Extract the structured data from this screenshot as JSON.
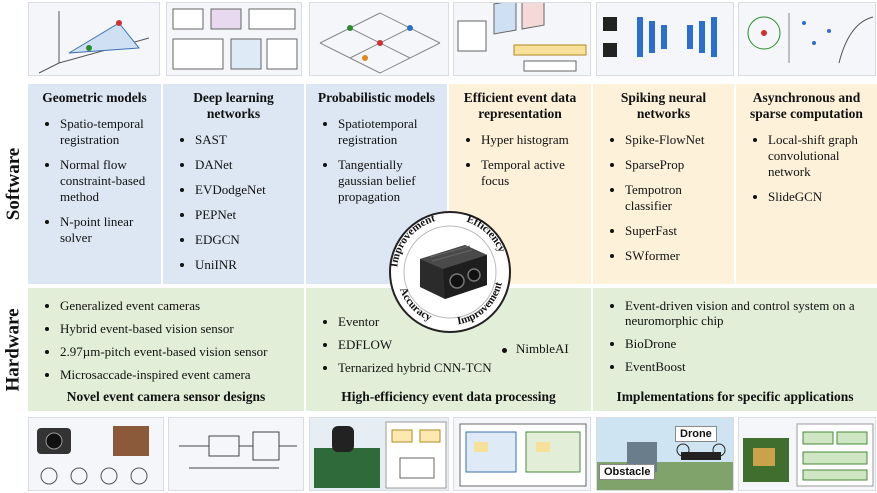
{
  "rows": {
    "software": "Software",
    "hardware": "Hardware"
  },
  "software_columns": [
    {
      "title": "Geometric models",
      "items": [
        "Spatio-temporal registration",
        "Normal flow constraint-based method",
        "N-point linear solver"
      ]
    },
    {
      "title": "Deep learning networks",
      "items": [
        "SAST",
        "DANet",
        "EVDodgeNet",
        "PEPNet",
        "EDGCN",
        "UniINR"
      ]
    },
    {
      "title": "Probabilistic models",
      "items": [
        "Spatiotemporal registration",
        "Tangentially gaussian belief propagation"
      ]
    },
    {
      "title": "Efficient event data representation",
      "items": [
        "Hyper histogram",
        "Temporal active focus"
      ]
    },
    {
      "title": "Spiking neural networks",
      "items": [
        "Spike-FlowNet",
        "SparseProp",
        "Tempotron classifier",
        "SuperFast",
        "SWformer"
      ]
    },
    {
      "title": "Asynchronous and sparse computation",
      "items": [
        "Local-shift graph convolutional network",
        "SlideGCN"
      ]
    }
  ],
  "hardware_sections": [
    {
      "caption": "Novel event camera sensor designs",
      "items": [
        "Generalized event cameras",
        "Hybrid event-based vision sensor",
        "2.97µm-pitch event-based vision sensor",
        "Microsaccade-inspired event camera"
      ]
    },
    {
      "caption": "High-efficiency event data processing",
      "items": [
        "Eventor",
        "EDFLOW",
        "Ternarized hybrid CNN-TCN",
        "NimbleAI"
      ]
    },
    {
      "caption": "Implementations for specific applications",
      "items": [
        "Event-driven vision and control system on a neuromorphic chip",
        "BioDrone",
        "EventBoost"
      ]
    }
  ],
  "center_ring": {
    "top": "Efficiency",
    "right": "Improvement",
    "left": "Improvement",
    "bottom": "Accuracy"
  },
  "thumb_labels": {
    "drone": "Drone",
    "obstacle": "Obstacle"
  },
  "colors": {
    "blue": "#dce7f3",
    "yellow": "#fdf2d9",
    "green": "#e3eed8"
  }
}
